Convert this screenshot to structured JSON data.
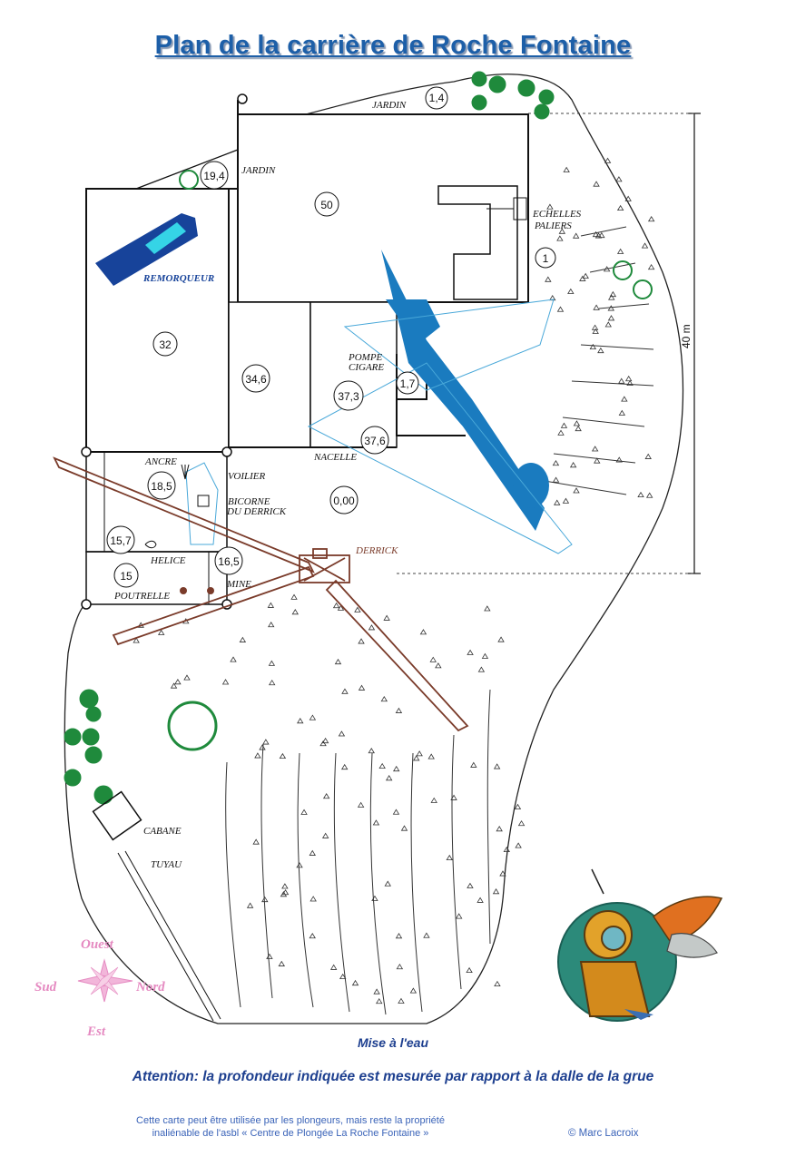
{
  "title": "Plan de la carrière de Roche Fontaine",
  "areas": {
    "jardin_top": "JARDIN",
    "jardin_left": "JARDIN",
    "remorqueur": "REMORQUEUR",
    "echelles": "ECHELLES",
    "paliers": "PALIERS",
    "pompe": "POMPE",
    "cigare": "CIGARE",
    "nacelle": "NACELLE",
    "ancre": "ANCRE",
    "voilier": "VOILIER",
    "bicorne": "BICORNE",
    "du_derrick": "DU DERRICK",
    "derrick": "DERRICK",
    "helice": "HELICE",
    "poutrelle": "POUTRELLE",
    "mine": "MINE",
    "cabane": "CABANE",
    "tuyau": "TUYAU"
  },
  "depths": {
    "d1_4": "1,4",
    "d19_4": "19,4",
    "d50": "50",
    "d1": "1",
    "d32": "32",
    "d34_6": "34,6",
    "d37_3": "37,3",
    "d1_7": "1,7",
    "d37_6": "37,6",
    "d18_5": "18,5",
    "d0_00": "0,00",
    "d15_7": "15,7",
    "d15": "15",
    "d16_5": "16,5"
  },
  "scale_label": "40 m",
  "compass": {
    "north_side": "Ouest",
    "left": "Sud",
    "right": "Nord",
    "bottom": "Est"
  },
  "mise_a_l_eau": "Mise à l'eau",
  "attention": "Attention: la profondeur indiquée est mesurée par rapport à la dalle de la grue",
  "footer_line1": "Cette carte peut être utilisée par les plongeurs, mais reste la propriété",
  "footer_line2": "inaliénable de l'asbl « Centre de Plongée La Roche Fontaine »",
  "copyright": "© Marc Lacroix",
  "colors": {
    "title": "#1d5fa8",
    "aircraft": "#1a7bbf",
    "boat": "#17439a",
    "derrick": "#7a3b2a",
    "trees": "#1f8a3c",
    "compass": "#e58ac1"
  }
}
